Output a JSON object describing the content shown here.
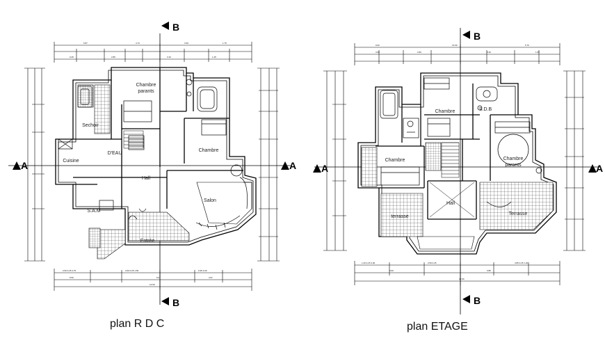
{
  "plans": [
    {
      "id": "rdc",
      "caption": "plan R D C",
      "section_label_top": "B",
      "section_label_bottom": "B",
      "section_label_left": "A",
      "section_label_right": "A",
      "rooms": [
        {
          "key": "chambre_parents",
          "lines": [
            "Chambre",
            "parants"
          ]
        },
        {
          "key": "sechoir",
          "lines": [
            "Sechoir"
          ]
        },
        {
          "key": "deau",
          "lines": [
            "D'EAU"
          ]
        },
        {
          "key": "cuisine",
          "lines": [
            "Cuisine"
          ]
        },
        {
          "key": "chambre",
          "lines": [
            "Chambre"
          ]
        },
        {
          "key": "hall",
          "lines": [
            "Hall"
          ]
        },
        {
          "key": "salon",
          "lines": [
            "Salon"
          ]
        },
        {
          "key": "sam",
          "lines": [
            "S.A.M"
          ]
        },
        {
          "key": "entree",
          "lines": [
            "Entrée"
          ]
        }
      ]
    },
    {
      "id": "etage",
      "caption": "plan ETAGE",
      "section_label_top": "B",
      "section_label_bottom": "B",
      "section_label_left": "A",
      "section_label_right": "A",
      "rooms": [
        {
          "key": "chambre_top",
          "lines": [
            "Chambre"
          ]
        },
        {
          "key": "sdb",
          "lines": [
            "S.D.B"
          ]
        },
        {
          "key": "chambre_left",
          "lines": [
            "Chambre"
          ]
        },
        {
          "key": "chambre_parents",
          "lines": [
            "Chambre",
            "parants"
          ]
        },
        {
          "key": "hall",
          "lines": [
            "Hall"
          ]
        },
        {
          "key": "terrasse_left",
          "lines": [
            "terrasse"
          ]
        },
        {
          "key": "terrasse_right",
          "lines": [
            "Terrasse"
          ]
        }
      ]
    }
  ],
  "colors": {
    "line": "#000000",
    "paper": "#ffffff",
    "hatch": "#333333"
  }
}
